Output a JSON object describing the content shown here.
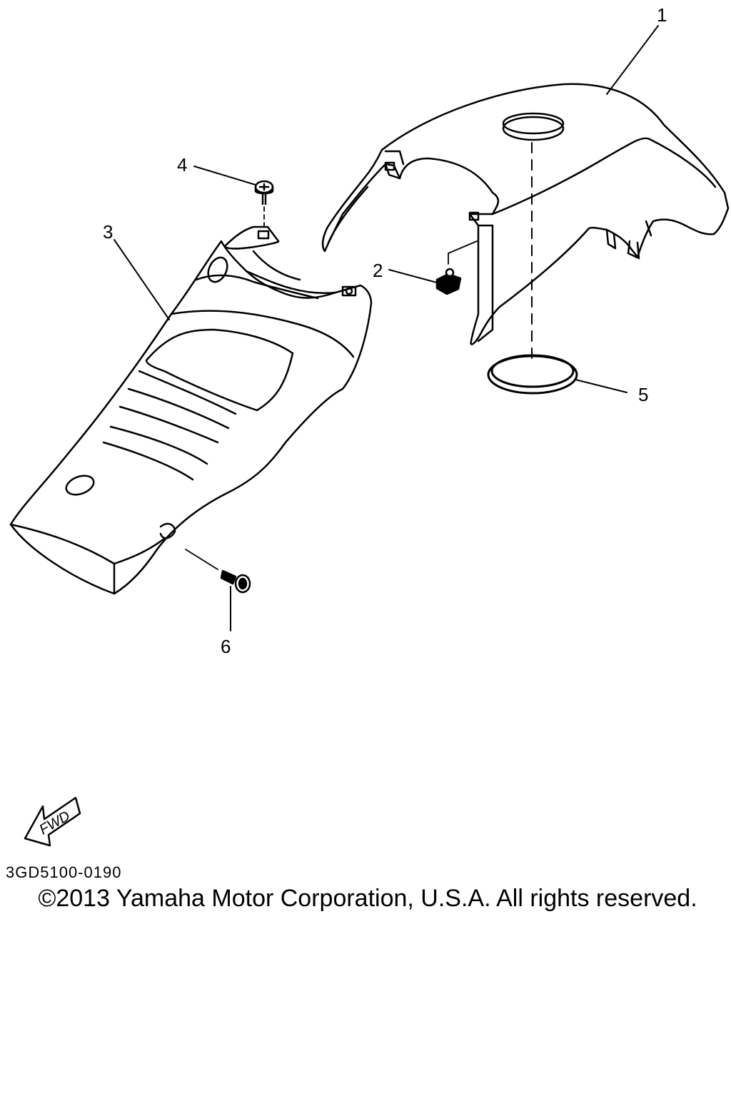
{
  "callouts": [
    {
      "id": "1",
      "text": "1"
    },
    {
      "id": "2",
      "text": "2"
    },
    {
      "id": "3",
      "text": "3"
    },
    {
      "id": "4",
      "text": "4"
    },
    {
      "id": "5",
      "text": "5"
    },
    {
      "id": "6",
      "text": "6"
    }
  ],
  "fwd_arrow": {
    "text": "FWD",
    "icon": "fwd-arrow-icon"
  },
  "diagram_code": "3GD5100-0190",
  "copyright": "©2013 Yamaha Motor Corporation, U.S.A. All rights reserved."
}
